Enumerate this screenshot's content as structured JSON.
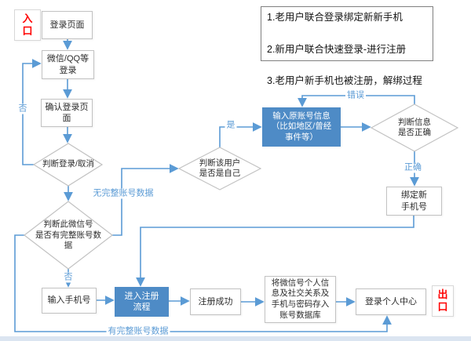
{
  "colors": {
    "line_blue": "#5b9bd5",
    "blue_box": "#4e8bc6",
    "red": "#ff0000",
    "box_border": "#c2c2c2",
    "notes_border": "#7f7f7f"
  },
  "markers": {
    "entry": "入\n口",
    "exit": "出\n口"
  },
  "notes": {
    "lines": [
      "1.老用户联合登录绑定新新手机",
      "2.新用户联合快速登录-进行注册",
      "3.老用户新手机也被注册，解绑过程"
    ]
  },
  "nodes": {
    "login_page": "登录页面",
    "wechat_login": "微信/QQ等\n登录",
    "confirm_login": "确认登录页\n面",
    "judge_login_cancel": "判断登录/取消",
    "judge_wechat_complete": "判断此微信号\n是否有完整账号数\n据",
    "judge_user_self": "判断该用户\n是否是自己",
    "input_original": "输入原账号信息\n（比如地区/曾经\n事件等）",
    "judge_info_correct": "判断信息\n是否正确",
    "bind_new_phone": "绑定新\n手机号",
    "input_phone": "输入手机号",
    "register_flow": "进入注册\n流程",
    "register_success": "注册成功",
    "save_db": "将微信号个人信\n息及社交关系及\n手机与密码存入\n账号数据库",
    "login_center": "登录个人中心"
  },
  "edge_labels": {
    "no_login": "否",
    "no_complete": "否",
    "yes_self": "是",
    "wrong": "错误",
    "correct": "正确",
    "incomplete_data": "无完整账号数据",
    "complete_data": "有完整账号数据"
  }
}
